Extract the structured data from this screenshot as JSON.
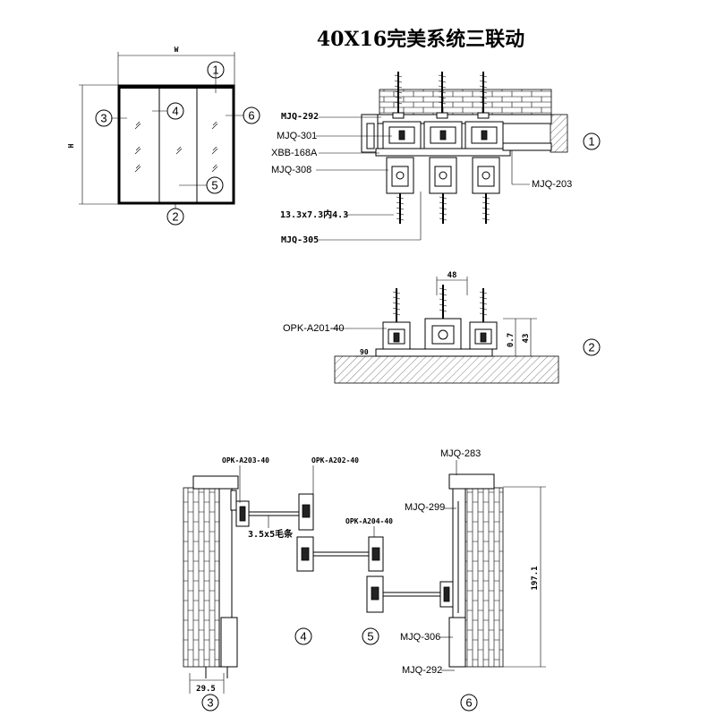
{
  "title": "40X16完美系统三联动",
  "elevation": {
    "width_label": "W",
    "height_label": "H",
    "markers": [
      "1",
      "2",
      "3",
      "4",
      "5",
      "6"
    ]
  },
  "section1": {
    "marker": "1",
    "labels": {
      "mjq292": "MJQ-292",
      "mjq301": "MJQ-301",
      "xbb168a": "XBB-168A",
      "mjq308": "MJQ-308",
      "screw": "13.3x7.3内4.3",
      "mjq305": "MJQ-305",
      "mjq203": "MJQ-203"
    }
  },
  "section2": {
    "marker": "2",
    "labels": {
      "opk_a201": "OPK-A201-40",
      "dim48": "48",
      "dim07": "0.7",
      "dim43": "43",
      "dim90": "90"
    }
  },
  "section3": {
    "labels": {
      "opk_a203": "OPK-A203-40",
      "opk_a202": "OPK-A202-40",
      "opk_a204": "OPK-A204-40",
      "strip": "3.5x5毛条",
      "mjq283": "MJQ-283",
      "mjq299": "MJQ-299",
      "mjq306": "MJQ-306",
      "mjq292": "MJQ-292",
      "dim1971": "197.1",
      "dim295": "29.5",
      "m3": "3",
      "m4": "4",
      "m5": "5",
      "m6": "6"
    }
  }
}
